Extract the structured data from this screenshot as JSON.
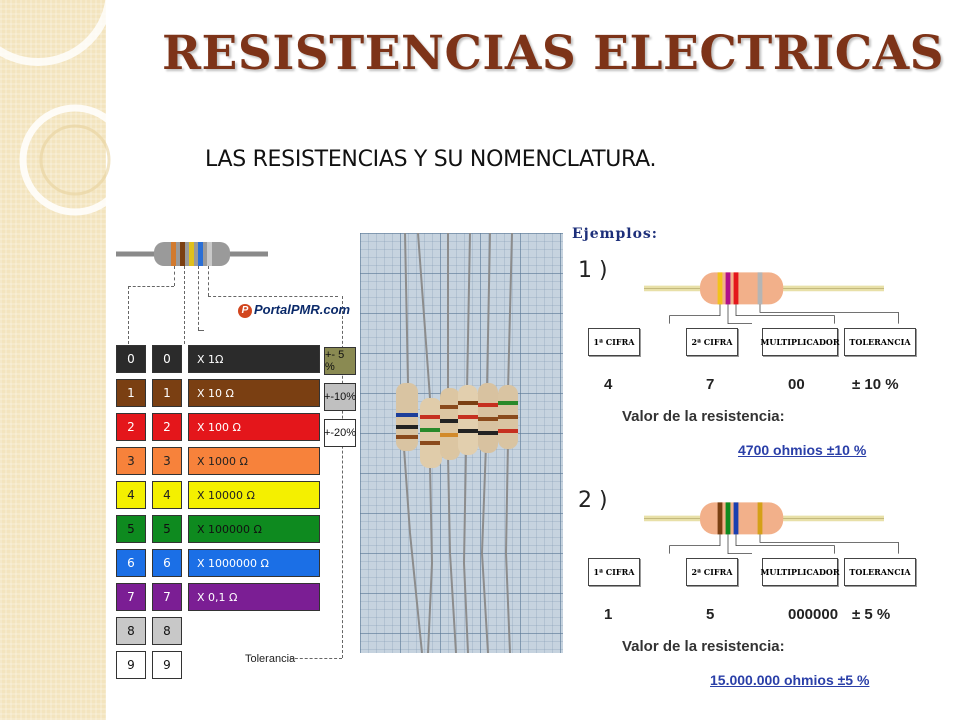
{
  "slide": {
    "title": "RESISTENCIAS ELECTRICAS",
    "subtitle": "LAS RESISTENCIAS Y SU NOMENCLATURA."
  },
  "colors": {
    "title": "#7d3318",
    "band": "#f3e4be",
    "link_blue": "#2a3fa8"
  },
  "code_table": {
    "logo": "PortalPMR.com",
    "tolerance_label": "Tolerancia",
    "rows": [
      {
        "d1": "0",
        "d2": "0",
        "mult": "X 1Ω",
        "color": "#2b2b2b",
        "text": "#ffffff",
        "row_mult": true
      },
      {
        "d1": "1",
        "d2": "1",
        "mult": "X 10 Ω",
        "color": "#7a3f12",
        "text": "#ffffff",
        "row_mult": true
      },
      {
        "d1": "2",
        "d2": "2",
        "mult": "X 100 Ω",
        "color": "#e4161b",
        "text": "#ffffff",
        "row_mult": true
      },
      {
        "d1": "3",
        "d2": "3",
        "mult": "X 1000 Ω",
        "color": "#f7823b",
        "text": "#222222",
        "row_mult": true
      },
      {
        "d1": "4",
        "d2": "4",
        "mult": "X 10000 Ω",
        "color": "#f4f000",
        "text": "#222222",
        "row_mult": true
      },
      {
        "d1": "5",
        "d2": "5",
        "mult": "X 100000 Ω",
        "color": "#0e8a1f",
        "text": "#111111",
        "row_mult": true
      },
      {
        "d1": "6",
        "d2": "6",
        "mult": "X 1000000 Ω",
        "color": "#1b6fe6",
        "text": "#ffffff",
        "row_mult": true
      },
      {
        "d1": "7",
        "d2": "7",
        "mult": "X 0,1 Ω",
        "color": "#7b1e94",
        "text": "#ffffff",
        "row_mult": true
      },
      {
        "d1": "8",
        "d2": "8",
        "mult": "",
        "color": "#c8c8c8",
        "text": "#111111",
        "row_mult": false
      },
      {
        "d1": "9",
        "d2": "9",
        "mult": "",
        "color": "#ffffff",
        "text": "#111111",
        "row_mult": false
      }
    ],
    "tolerances": [
      {
        "label": "+- 5 %",
        "color": "#8a8a52",
        "text": "#111111"
      },
      {
        "label": "+-10%",
        "color": "#c0c0c0",
        "text": "#111111"
      },
      {
        "label": "+-20%",
        "color": "#ffffff",
        "text": "#111111"
      }
    ]
  },
  "examples": {
    "heading": "Ejemplos:",
    "box_labels": {
      "c1": "1ª CIFRA",
      "c2": "2ª CIFRA",
      "mult": "MULTIPLICADOR",
      "tol": "TOLERANCIA"
    },
    "valor_label": "Valor de la resistencia:",
    "items": [
      {
        "num": "1 )",
        "d1": "4",
        "d2": "7",
        "mult": "00",
        "tol": "± 10 %",
        "result": "4700 ohmios ±10 %",
        "bands": [
          "#f2c21c",
          "#b0108a",
          "#e4161b",
          "#b5b5b5"
        ]
      },
      {
        "num": "2 )",
        "d1": "1",
        "d2": "5",
        "mult": "000000",
        "tol": "± 5 %",
        "result": "15.000.000 ohmios ±5 %",
        "bands": [
          "#7a3f12",
          "#0e8a1f",
          "#1b3fb0",
          "#d4a017"
        ]
      }
    ]
  }
}
